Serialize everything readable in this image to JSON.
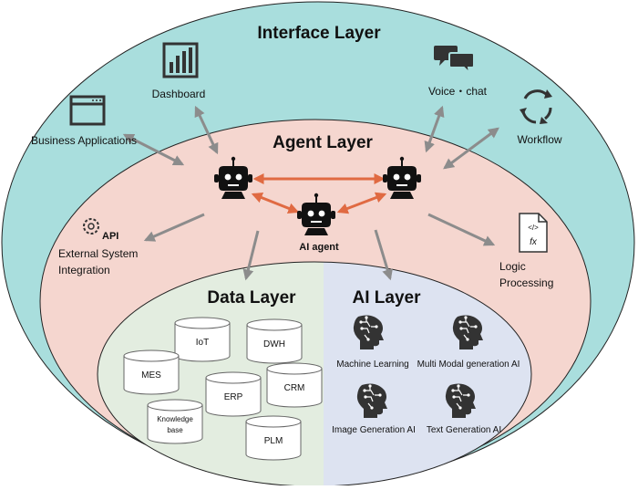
{
  "interface_layer": {
    "title": "Interface Layer",
    "items": {
      "dashboard": "Dashboard",
      "voice_chat": "Voice・chat",
      "business_applications": "Business Applications",
      "workflow": "Workflow"
    }
  },
  "agent_layer": {
    "title": "Agent Layer",
    "ai_agent_label": "AI agent",
    "api_badge": "API",
    "external_integration_line1": "External System",
    "external_integration_line2": "Integration",
    "logic_line1": "Logic",
    "logic_line2": "Processing",
    "fx_glyph": "fx",
    "code_glyph": "</>"
  },
  "data_layer": {
    "title": "Data Layer",
    "stores": {
      "iot": "IoT",
      "dwh": "DWH",
      "mes": "MES",
      "erp": "ERP",
      "crm": "CRM",
      "kb_line1": "Knowledge",
      "kb_line2": "base",
      "plm": "PLM"
    }
  },
  "ai_layer": {
    "title": "AI Layer",
    "items": {
      "ml": "Machine Learning",
      "mm": "Multi Modal generation AI",
      "img": "Image Generation AI",
      "txt": "Text Generation AI"
    }
  },
  "colors": {
    "interface_fill": "#a9dedd",
    "agent_fill": "#f5d6cf",
    "data_fill": "#e3ede0",
    "ai_fill": "#dde3f1",
    "gray_arrow": "#8c8c8c",
    "orange_arrow": "#e06a42",
    "outline": "#222222"
  }
}
